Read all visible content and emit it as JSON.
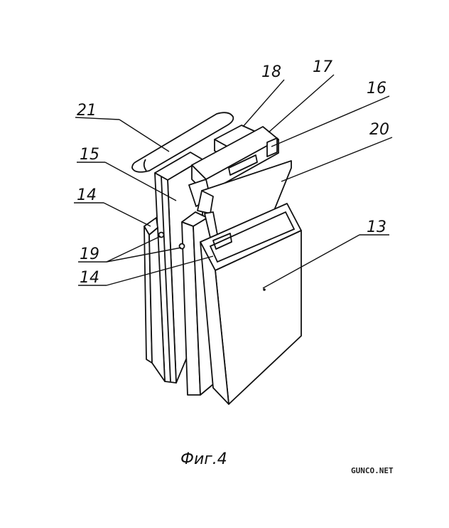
{
  "labels": {
    "n18": "18",
    "n17": "17",
    "n16": "16",
    "n21": "21",
    "n20": "20",
    "n15": "15",
    "n14a": "14",
    "n13": "13",
    "n19": "19",
    "n14b": "14"
  },
  "caption": "Фиг.4",
  "watermark": "GUNCO.NET"
}
